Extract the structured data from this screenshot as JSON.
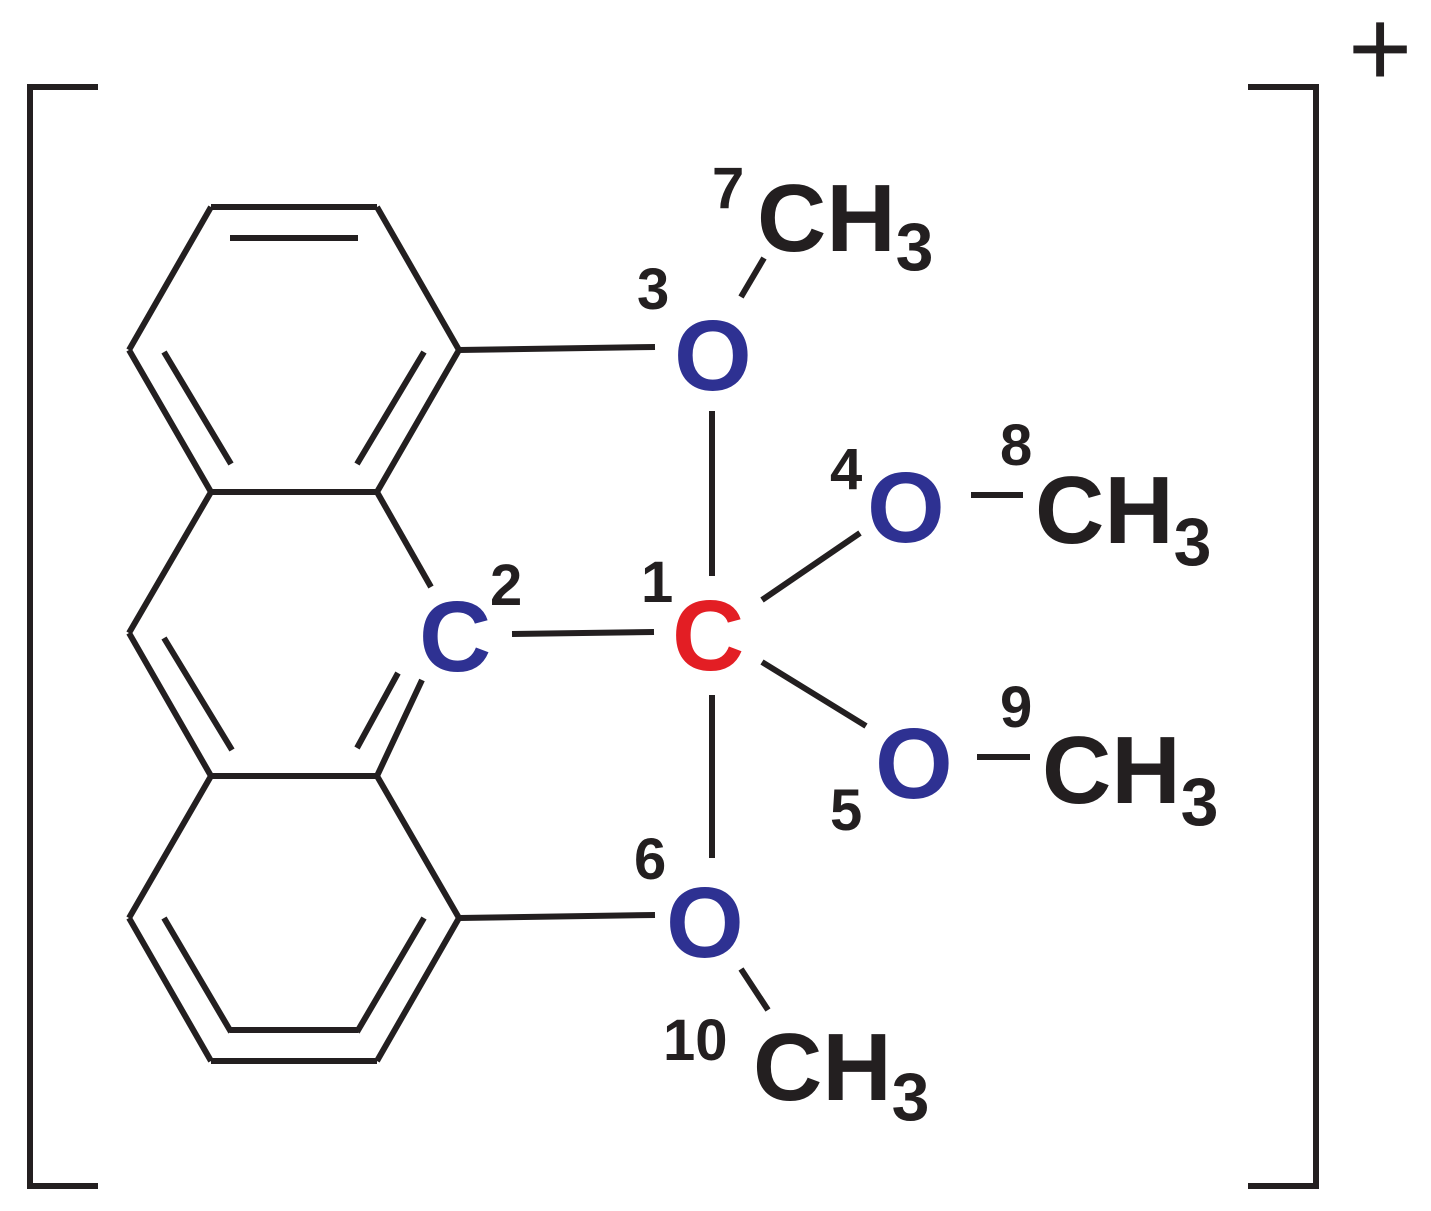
{
  "charge": "+",
  "colors": {
    "bond": "#231f20",
    "central_carbon": "#e31e24",
    "coordinating_atoms": "#2e3192",
    "methyl": "#231f20"
  },
  "atoms": {
    "c1": {
      "element": "C",
      "label": "1"
    },
    "c2": {
      "element": "C",
      "label": "2"
    },
    "o3": {
      "element": "O",
      "label": "3"
    },
    "o4": {
      "element": "O",
      "label": "4"
    },
    "o5": {
      "element": "O",
      "label": "5"
    },
    "o6": {
      "element": "O",
      "label": "6"
    }
  },
  "methyls": {
    "m7": {
      "main": "CH",
      "sub": "3",
      "label": "7"
    },
    "m8": {
      "main": "CH",
      "sub": "3",
      "label": "8"
    },
    "m9": {
      "main": "CH",
      "sub": "3",
      "label": "9"
    },
    "m10": {
      "main": "CH",
      "sub": "3",
      "label": "10"
    }
  }
}
